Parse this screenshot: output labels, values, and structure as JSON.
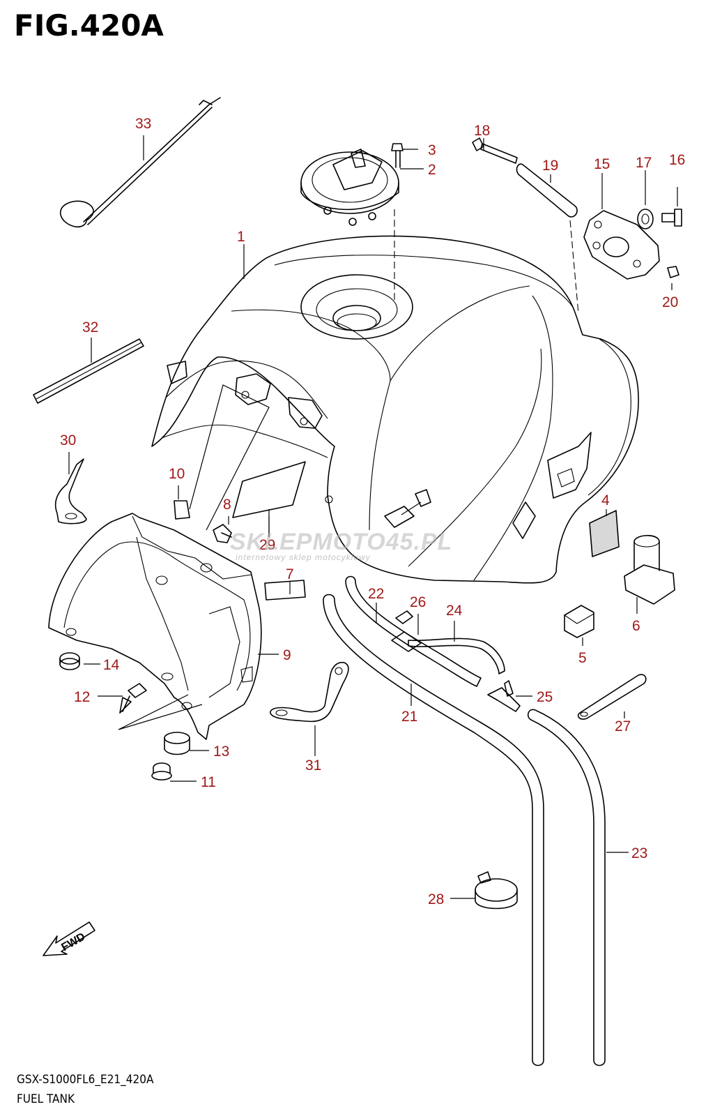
{
  "figure": {
    "title": "FIG.420A",
    "code": "GSX-S1000FL6_E21_420A",
    "name": "FUEL TANK"
  },
  "watermark": {
    "main": "SKLEPMOTO45.PL",
    "sub": "internetowy sklep motocyklowy"
  },
  "fwd_label": "FWD",
  "callouts": {
    "p1": "1",
    "p2": "2",
    "p3": "3",
    "p4": "4",
    "p5": "5",
    "p6": "6",
    "p7": "7",
    "p8": "8",
    "p9": "9",
    "p10": "10",
    "p11": "11",
    "p12": "12",
    "p13": "13",
    "p14": "14",
    "p15": "15",
    "p16": "16",
    "p17": "17",
    "p18": "18",
    "p19": "19",
    "p20": "20",
    "p21": "21",
    "p22": "22",
    "p23": "23",
    "p24": "24",
    "p25": "25",
    "p26": "26",
    "p27": "27",
    "p28": "28",
    "p29": "29",
    "p30": "30",
    "p31": "31",
    "p32": "32",
    "p33": "33"
  },
  "colors": {
    "callout": "#a01818",
    "line": "#000000"
  }
}
